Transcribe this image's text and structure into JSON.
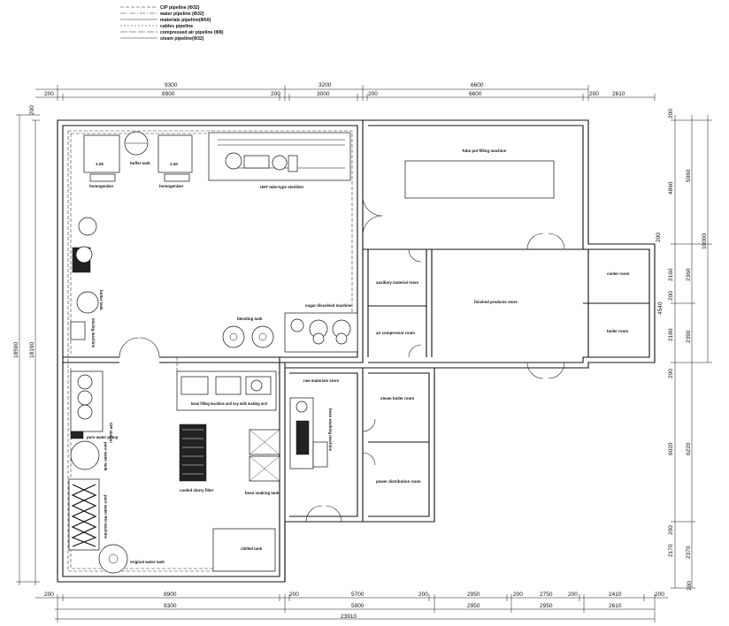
{
  "legend": {
    "items": [
      "CIP pipeline (Φ32)",
      "water pipeline (Φ32)",
      "materials pipeline(Φ50)",
      "cables pipeline",
      "compressed air pipeline (Φ8)",
      "steam pipeline(Φ32)"
    ]
  },
  "dims": {
    "top1": [
      "9300",
      "3200",
      "6600"
    ],
    "top2": [
      "200",
      "8900",
      "200",
      "3000",
      "200",
      "6600",
      "200",
      "2610"
    ],
    "bottom1": [
      "200",
      "8900",
      "200",
      "5700",
      "200",
      "2950",
      "200",
      "2750",
      "200",
      "2410",
      "200"
    ],
    "bottom2": [
      "9300",
      "5900",
      "2950",
      "2950",
      "2610"
    ],
    "bottom3": "23910",
    "left1": "18590",
    "left2": "18190",
    "left_small": "200",
    "right1": [
      "200",
      "4860",
      "200",
      "2160",
      "200",
      "2180",
      "200",
      "6020",
      "200",
      "2170",
      "200"
    ],
    "right2": [
      "5060",
      "2360",
      "2390",
      "6220",
      "2370"
    ],
    "right3": "10000",
    "right_mid": "4540"
  },
  "labels": {
    "tube_filler": "Tube pot filling machine",
    "auxiliary_room": "auxiliary material room",
    "air_compressor_room": "air compressor room",
    "finished_store": "finished products store",
    "cooler_room": "cooler room",
    "boiler_room": "boiler room",
    "steam_boiler_room": "steam boiler room",
    "power_room": "power distribution room",
    "raw_material_store": "raw materials store",
    "homogenizer_1": "homogenizer",
    "homogenizer_2": "homogenizer",
    "buffer_tank": "buffer tank",
    "tank_1": "1-25",
    "tank_2": "1-40",
    "uht": "UHT tube-type sterilizer",
    "blending_tank": "blending tank",
    "sugar_machine": "sugar dissolved machine",
    "cip_station": "CIP station",
    "pure_water_pump": "pure water pump",
    "pure_water_tank": "pure water tank",
    "ro_machine": "pure water RO machine",
    "original_tank": "original water tank",
    "cooled_filter": "cooled slurry filter",
    "bean_filling": "bean filling machine and soy milk making unit",
    "bean_soaking": "bean soaking tank",
    "bean_washing": "bean washing machine",
    "chilled_tank": "chilled tank",
    "butter_tank": "butter tank",
    "mixing_machine": "mixing machine"
  }
}
